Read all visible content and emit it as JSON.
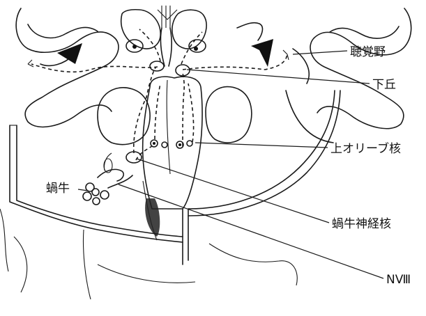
{
  "labels": {
    "auditory_cortex": "聴覚野",
    "inferior_colliculus": "下丘",
    "superior_olive": "上オリーブ核",
    "cochlea": "蝸牛",
    "cochlear_nucleus": "蝸牛神経核",
    "cranial_nerve": "NⅧ"
  }
}
